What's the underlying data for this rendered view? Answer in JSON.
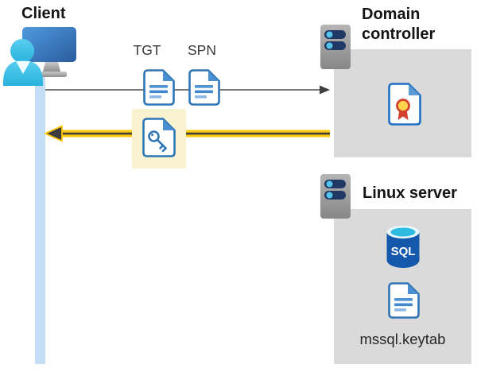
{
  "client": {
    "label": "Client",
    "icon": "user-workstation-icon"
  },
  "flow": {
    "tgt_label": "TGT",
    "spn_label": "SPN",
    "request_arrow": {
      "direction": "right",
      "color": "#4a4a4a"
    },
    "response_arrow": {
      "direction": "left",
      "color": "#ffc80a",
      "highlight_color": "#faf3d2"
    },
    "ticket_icons": [
      "tgt-document-icon",
      "spn-document-icon",
      "key-ticket-document-icon"
    ]
  },
  "domain_controller": {
    "label": "Domain controller",
    "icons": [
      "server-icon",
      "certificate-icon"
    ]
  },
  "linux_server": {
    "label": "Linux server",
    "sql_badge": "SQL",
    "keytab_file": "mssql.keytab",
    "icons": [
      "server-icon",
      "sql-database-icon",
      "keytab-document-icon"
    ]
  },
  "colors": {
    "doc_blue": "#2e75b6",
    "doc_fold_blue": "#4a90d0",
    "arrow_gray": "#4a4a4a",
    "arrow_yellow": "#ffc80a",
    "highlight_yellow": "#faf3d2",
    "panel_gray": "#dadada",
    "client_bar_blue": "#c5ddf6",
    "server_navy": "#1f3864",
    "server_dot_cyan": "#55c3ea",
    "person_cyan": "#3bc1e6",
    "monitor_blue": "#3d7fc1",
    "sql_blue": "#1459ab",
    "sql_top_cyan": "#2fbae1",
    "cert_gold": "#ffd24a",
    "cert_red": "#d2422f"
  }
}
